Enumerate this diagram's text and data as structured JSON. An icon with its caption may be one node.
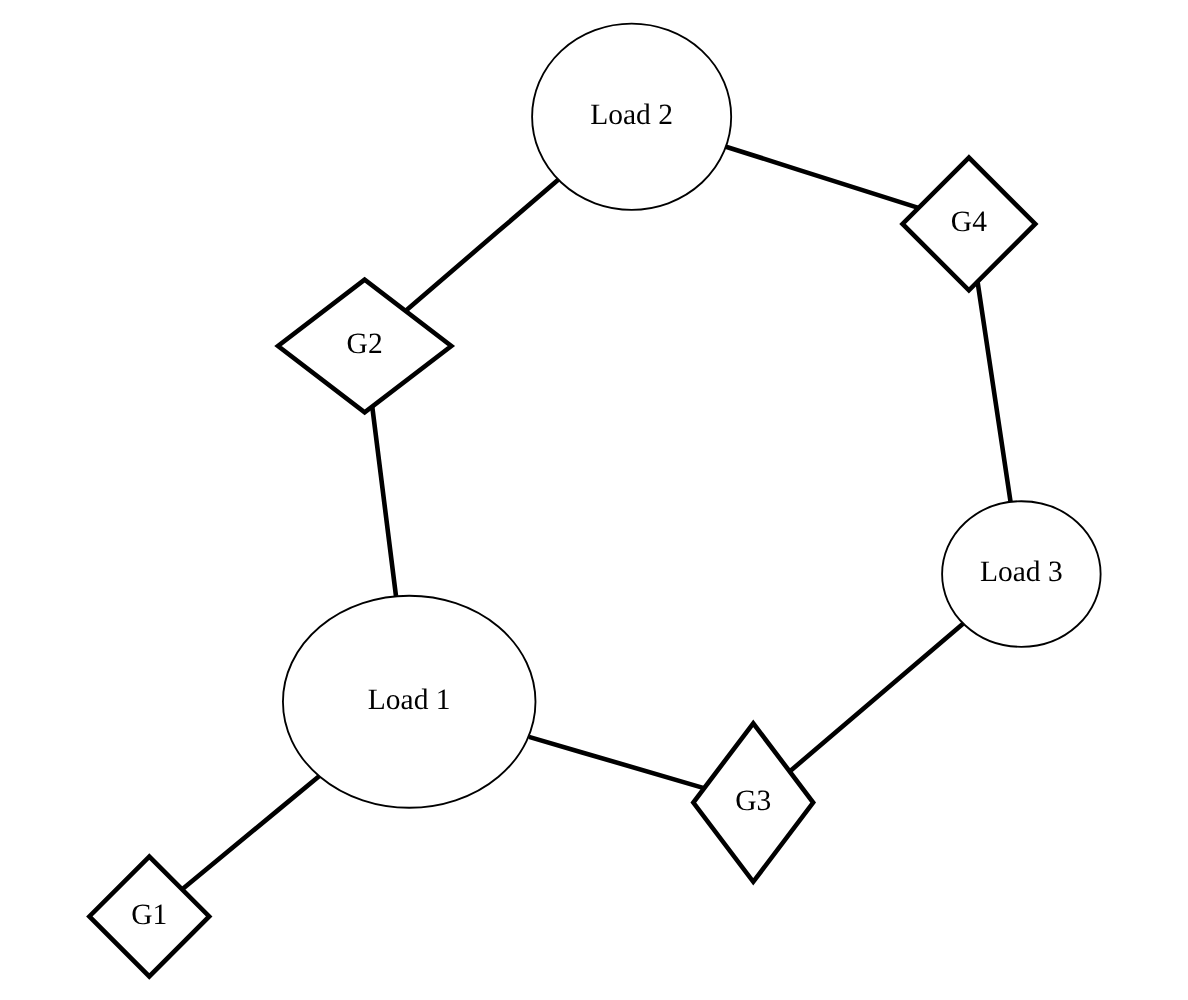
{
  "diagram": {
    "nodes": [
      {
        "text": [
          "G1"
        ]
      },
      {
        "text": [
          "G3"
        ]
      },
      {
        "text": [
          "Load 1"
        ]
      },
      {
        "text": [
          "G2"
        ]
      },
      {
        "text": [
          "Load 2"
        ]
      },
      {
        "text": [
          "Load 3"
        ]
      },
      {
        "text": [
          "G4"
        ]
      }
    ],
    "edges": [
      {
        "from": 2,
        "to": 0,
        "arrow": "none"
      },
      {
        "from": 1,
        "to": 2,
        "arrow": "none"
      },
      {
        "from": 2,
        "to": 3,
        "arrow": "none"
      },
      {
        "from": 3,
        "to": 4,
        "arrow": "none"
      },
      {
        "from": 1,
        "to": 5,
        "arrow": "none"
      },
      {
        "from": 5,
        "to": 6,
        "arrow": "none"
      },
      {
        "from": 6,
        "to": 4,
        "arrow": "none"
      }
    ]
  }
}
